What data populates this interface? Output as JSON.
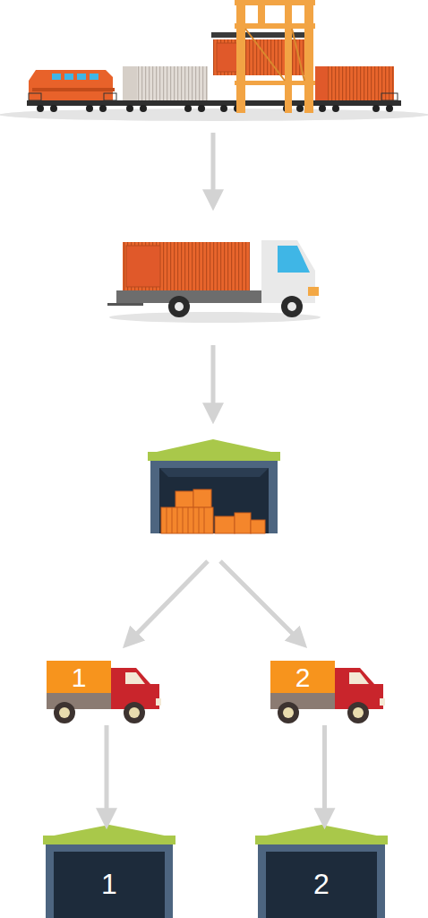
{
  "diagram": {
    "nodes": [
      {
        "text": [
          "1"
        ]
      },
      {
        "text": [
          "2"
        ]
      },
      {
        "text": [
          "1"
        ]
      },
      {
        "text": [
          "2"
        ]
      }
    ],
    "edges": [
      {
        "from": 0,
        "to": 2,
        "arrow": "to"
      },
      {
        "from": 1,
        "to": 3,
        "arrow": "to"
      }
    ]
  }
}
